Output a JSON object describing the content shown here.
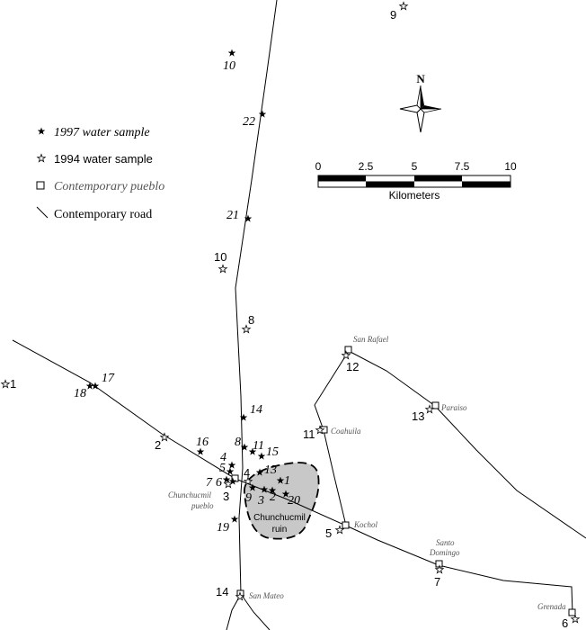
{
  "legend": {
    "water_1997": "1997 water sample",
    "water_1994": "1994 water sample",
    "pueblo": "Contemporary pueblo",
    "road": "Contemporary road"
  },
  "north_label": "N",
  "scale": {
    "ticks": [
      "0",
      "2.5",
      "5",
      "7.5",
      "10"
    ],
    "unit": "Kilometers"
  },
  "places": {
    "chunchucmil_pueblo_line1": "Chunchucmil",
    "chunchucmil_pueblo_line2": "pueblo",
    "ruin_line1": "Chunchucmil",
    "ruin_line2": "ruin",
    "san_rafael": "San Rafael",
    "paraiso": "Paraiso",
    "coahuila": "Coahuila",
    "kochol": "Kochol",
    "santo_domingo_line1": "Santo",
    "santo_domingo_line2": "Domingo",
    "grenada": "Grenada",
    "san_mateo": "San Mateo"
  },
  "samples_1997": [
    "10",
    "22",
    "21",
    "17",
    "18",
    "14",
    "16",
    "8",
    "11",
    "15",
    "4",
    "5",
    "13",
    "1",
    "7",
    "6",
    "9",
    "3",
    "2",
    "20",
    "19"
  ],
  "samples_1994": [
    "9",
    "10",
    "8",
    "1",
    "12",
    "13",
    "11",
    "2",
    "4",
    "3",
    "5",
    "7",
    "14",
    "6"
  ],
  "colors": {
    "ink": "#000000",
    "ruin_fill": "#c8c8c8",
    "place_label": "#555555"
  }
}
